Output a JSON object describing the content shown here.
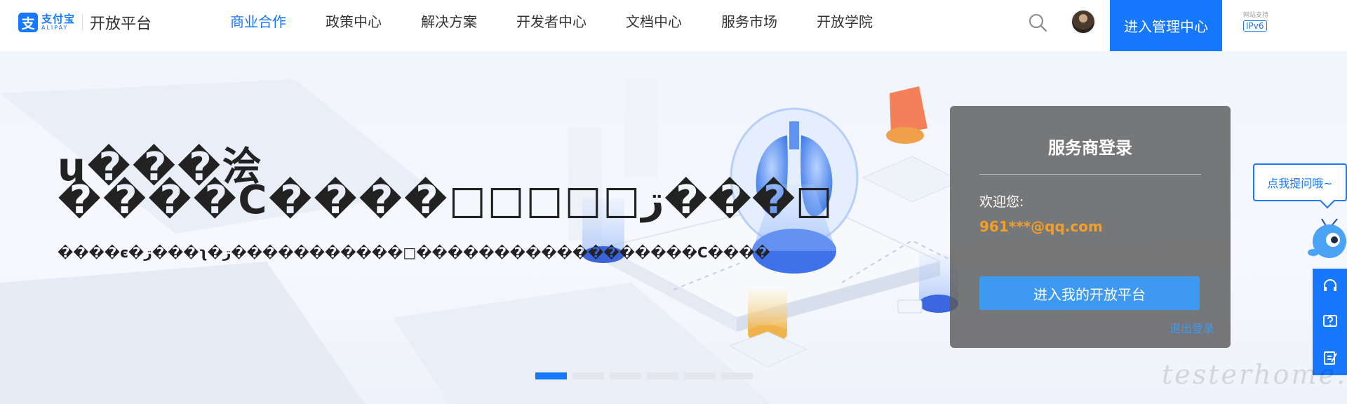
{
  "header": {
    "logo_cn": "支付宝",
    "logo_en": "ALIPAY",
    "site_name": "开放平台",
    "nav": [
      {
        "label": "商业合作",
        "active": true
      },
      {
        "label": "政策中心",
        "active": false
      },
      {
        "label": "解决方案",
        "active": false
      },
      {
        "label": "开发者中心",
        "active": false
      },
      {
        "label": "文档中心",
        "active": false
      },
      {
        "label": "服务市场",
        "active": false
      },
      {
        "label": "开放学院",
        "active": false
      }
    ],
    "search_icon": "search-icon",
    "manage_button": "进入管理中心",
    "ipv6_label": "网站支持",
    "ipv6_badge": "IPv6"
  },
  "hero": {
    "title_line1": "u���浍",
    "title_line2": "����C����□□□□□ڗ���□",
    "subtitle": "����є�ڗ���ʅ�ڗ�����������□������������������C����",
    "carousel_count": 6,
    "carousel_active": 0
  },
  "login": {
    "title": "服务商登录",
    "welcome": "欢迎您:",
    "email": "961***@qq.com",
    "enter_button": "进入我的开放平台",
    "logout": "退出登录"
  },
  "helper": {
    "bubble": "点我提问哦~",
    "tools": [
      "headset-icon",
      "question-icon",
      "edit-icon"
    ]
  },
  "watermark": "testerhome.com",
  "colors": {
    "brand": "#1677ff",
    "email": "#f39f2a",
    "enter_button": "#3d9af0"
  }
}
